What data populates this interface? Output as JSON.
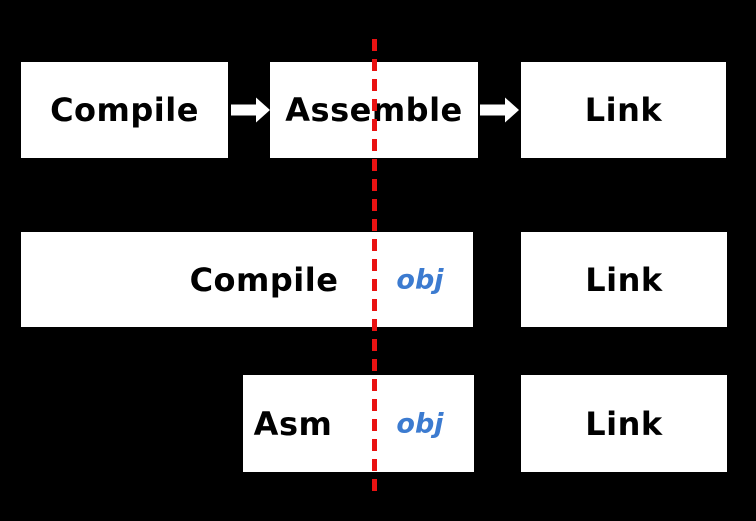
{
  "diagram": {
    "top_row": {
      "compile": "Compile",
      "assemble": "Assemble",
      "link": "Link"
    },
    "middle_row": {
      "compile": "Compile",
      "obj": "obj",
      "link": "Link"
    },
    "bottom_row": {
      "asm": "Asm",
      "obj": "obj",
      "link": "Link"
    }
  },
  "icons": {
    "flow_arrow": "arrow-right-icon"
  },
  "colors": {
    "background": "#000000",
    "box_fill": "#ffffff",
    "box_text": "#000000",
    "obj_text": "#3c7bd0",
    "divider": "#e91212"
  }
}
